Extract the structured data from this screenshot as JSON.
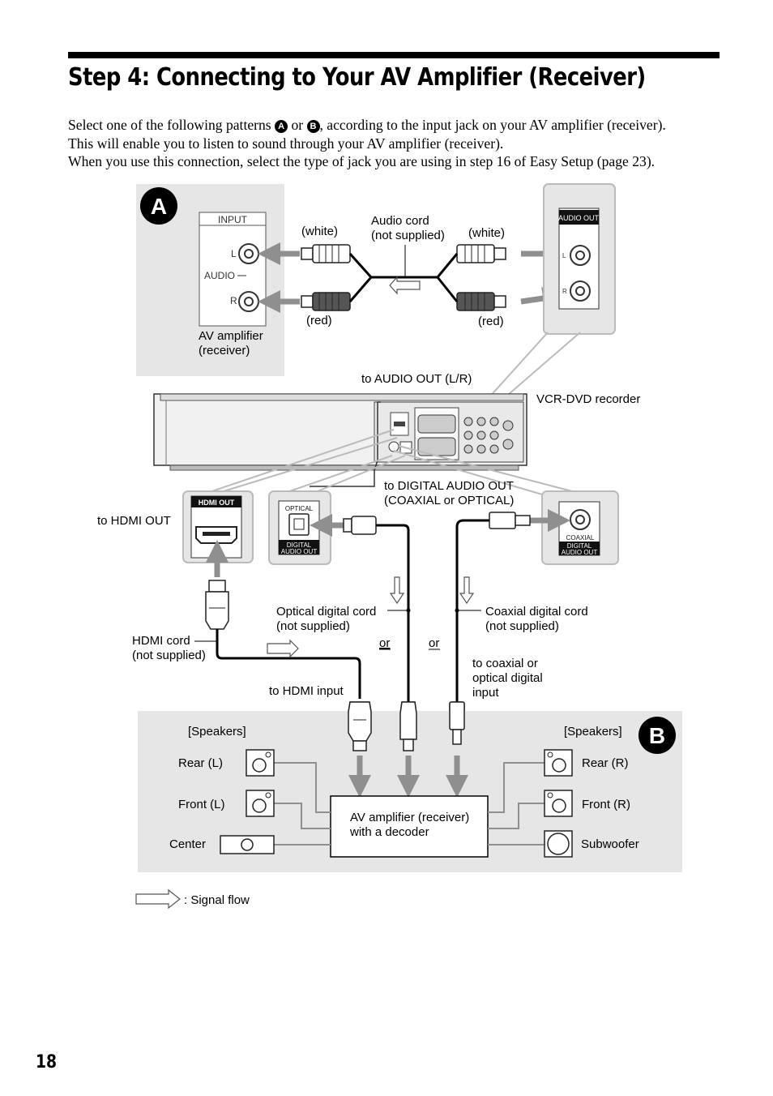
{
  "page": {
    "title": "Step 4: Connecting to Your AV Amplifier (Receiver)",
    "intro_1a": "Select one of the following patterns ",
    "intro_1b": " or ",
    "intro_1c": ", according to the input jack on your AV amplifier (receiver).",
    "intro_2": "This will enable you to listen to sound through your AV amplifier (receiver).",
    "intro_3": "When you use this connection, select the type of jack you are using in step 16 of Easy Setup (page 23).",
    "pattern_a": "A",
    "pattern_b": "B",
    "page_number": "18"
  },
  "diagram": {
    "a": {
      "input": "INPUT",
      "l": "L",
      "audio": "AUDIO",
      "r": "R",
      "amp_1": "AV amplifier",
      "amp_2": "(receiver)",
      "white_left": "(white)",
      "white_right": "(white)",
      "red_left": "(red)",
      "red_right": "(red)",
      "cord_1": "Audio cord",
      "cord_2": "(not supplied)",
      "audio_out": "AUDIO OUT",
      "out_l": "L",
      "out_r": "R",
      "to_audio_out": "to AUDIO OUT (L/R)"
    },
    "recorder": "VCR-DVD recorder",
    "hdmi": {
      "to_hdmi_out": "to HDMI OUT",
      "hdmi_out": "HDMI OUT",
      "cord_1": "HDMI cord",
      "cord_2": "(not supplied)",
      "to_hdmi_input": "to HDMI input"
    },
    "digital": {
      "to_1": "to DIGITAL AUDIO OUT",
      "to_2": "(COAXIAL or OPTICAL)",
      "optical": "OPTICAL",
      "coaxial": "COAXIAL",
      "digital": "DIGITAL",
      "audio_out": "AUDIO OUT",
      "opt_cord_1": "Optical digital cord",
      "opt_cord_2": "(not supplied)",
      "coax_cord_1": "Coaxial digital cord",
      "coax_cord_2": "(not supplied)",
      "or_1": "or",
      "or_2": "or",
      "to_coax_1": "to coaxial or",
      "to_coax_2": "optical digital",
      "to_coax_3": "input"
    },
    "b": {
      "speakers_left": "[Speakers]",
      "speakers_right": "[Speakers]",
      "rear_l": "Rear (L)",
      "front_l": "Front (L)",
      "center": "Center",
      "rear_r": "Rear (R)",
      "front_r": "Front (R)",
      "subwoofer": "Subwoofer",
      "amp_1": "AV amplifier (receiver)",
      "amp_2": "with a decoder"
    },
    "legend": ": Signal flow"
  }
}
